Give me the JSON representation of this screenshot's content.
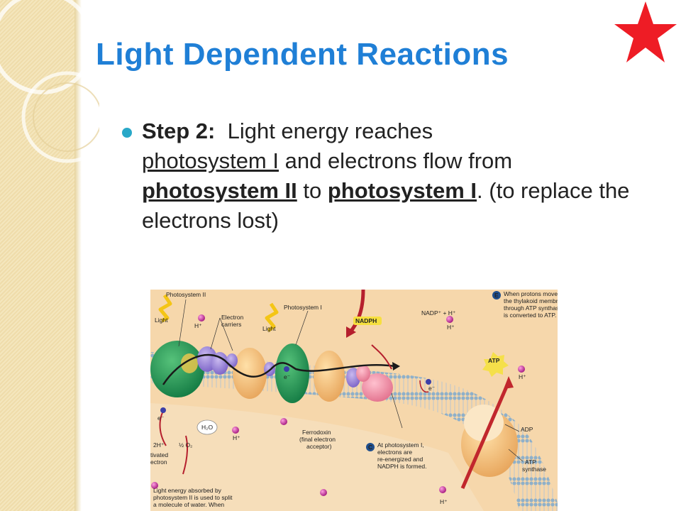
{
  "slide": {
    "title": "Light Dependent Reactions",
    "step_label": "Step 2:",
    "step_text_1": "Light energy reaches",
    "step_text_2": "photosystem I",
    "step_text_3": "and electrons flow from",
    "step_text_4": "photosystem II",
    "step_text_5": "to",
    "step_text_6": "photosystem I",
    "step_text_7": ".  (to replace the electrons lost)"
  },
  "figure": {
    "labels": {
      "photosystem2": "Photosystem II",
      "light_a": "Light",
      "h_plus_a": "H⁺",
      "electron": "Electron",
      "carriers": "carriers",
      "light_b": "Light",
      "photosystem1": "Photosystem I",
      "nadph": "NADPH",
      "nadp": "NADP⁺ + H⁺",
      "e_minus_a": "e⁻",
      "e_minus_b": "e⁻",
      "e_minus_c": "e⁻",
      "h2o": "H₂O",
      "two_h": "2H⁺",
      "half_o2": "½ O₂",
      "activated_1": "tivated",
      "activated_2": "ectron",
      "h_plus_b": "H⁺",
      "h_plus_c": "H⁺",
      "h_plus_d": "H⁺",
      "h_plus_e": "H⁺",
      "ferrodoxin_1": "Ferrodoxin",
      "ferrodoxin_2": "(final electron",
      "ferrodoxin_3": "acceptor)",
      "c_badge": "C",
      "c_1": "At photosystem I,",
      "c_2": "electrons are",
      "c_3": "re-energized and",
      "c_4": "NADPH is formed.",
      "e_badge": "E",
      "e_1": "When protons move across",
      "e_2": "the thylakoid membrane",
      "e_3": "through ATP synthase, ADP",
      "e_4": "is converted to ATP.",
      "atp": "ATP",
      "adp": "ADP",
      "atp_syn_1": "ATP",
      "atp_syn_2": "synthase",
      "bottom_1": "Light energy absorbed by",
      "bottom_2": "photosystem II is used to split",
      "bottom_3": "a molecule of water. When"
    }
  },
  "colors": {
    "title": "#1f7fd6",
    "star": "#ee1c25",
    "bullet": "#29a8c8",
    "text": "#222222"
  }
}
